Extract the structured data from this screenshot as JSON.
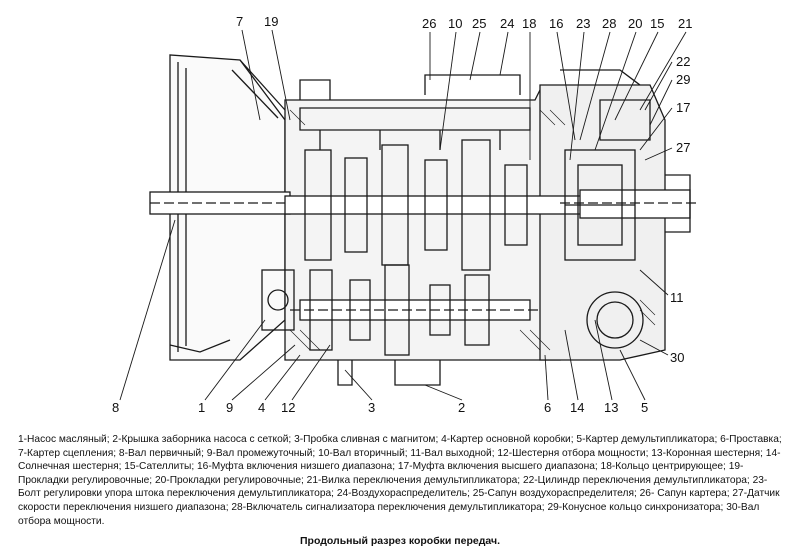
{
  "callouts": {
    "c1": "1",
    "c2": "2",
    "c3": "3",
    "c4": "4",
    "c5": "5",
    "c6": "6",
    "c7": "7",
    "c8": "8",
    "c9": "9",
    "c10": "10",
    "c11": "11",
    "c12": "12",
    "c13": "13",
    "c14": "14",
    "c15": "15",
    "c16": "16",
    "c17": "17",
    "c18": "18",
    "c19": "19",
    "c20": "20",
    "c21": "21",
    "c22": "22",
    "c23": "23",
    "c24": "24",
    "c25": "25",
    "c26": "26",
    "c27": "27",
    "c28": "28",
    "c29": "29",
    "c30": "30"
  },
  "legend": {
    "text": "1-Насос масляный; 2-Крышка заборника насоса с сеткой; 3-Пробка сливная с магнитом; 4-Картер основной коробки; 5-Картер демультипликатора; 6-Проставка; 7-Картер сцепления; 8-Вал первичный; 9-Вал промежуточный; 10-Вал вторичный; 11-Вал выходной; 12-Шестерня отбора мощности; 13-Коронная шестерня; 14-Солнечная шестерня; 15-Сателлиты; 16-Муфта включения низшего диапазона; 17-Муфта включения высшего диапазона; 18-Кольцо центрирующее; 19-Прокладки регулировочные; 20-Прокладки регулировочные; 21-Вилка переключения демультипликатора; 22-Цилиндр переключения демультипликатора; 23-Болт регулировки упора штока переключения демультипликатора; 24-Воздухораспределитель; 25-Сапун воздухораспределителя; 26- Сапун картера; 27-Датчик скорости переключения низшего диапазона; 28-Включатель сигнализатора переключения демультипликатора; 29-Конусное кольцо синхронизатора; 30-Вал отбора мощности."
  },
  "caption": "Продольный разрез коробки передач."
}
